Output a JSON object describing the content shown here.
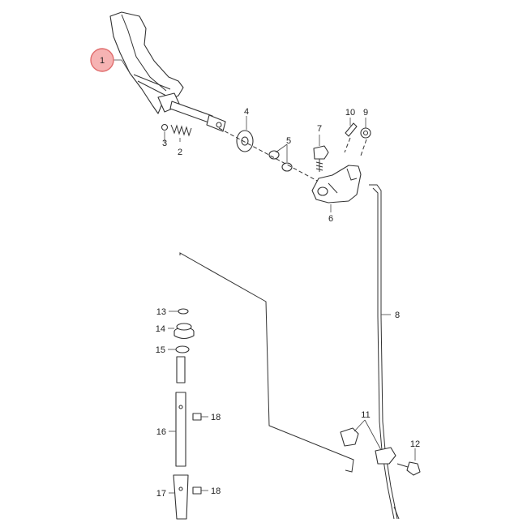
{
  "diagram": {
    "callouts": {
      "c1": "1",
      "c2": "2",
      "c3": "3",
      "c4": "4",
      "c5": "5",
      "c6": "6",
      "c7": "7",
      "c8": "8",
      "c9": "9",
      "c10": "10",
      "c11": "11",
      "c12": "12",
      "c13": "13",
      "c14": "14",
      "c15": "15",
      "c16": "16",
      "c17": "17",
      "c18a": "18",
      "c18b": "18"
    },
    "highlighted_callout": "1",
    "highlight_color": "#f6b3b3"
  }
}
